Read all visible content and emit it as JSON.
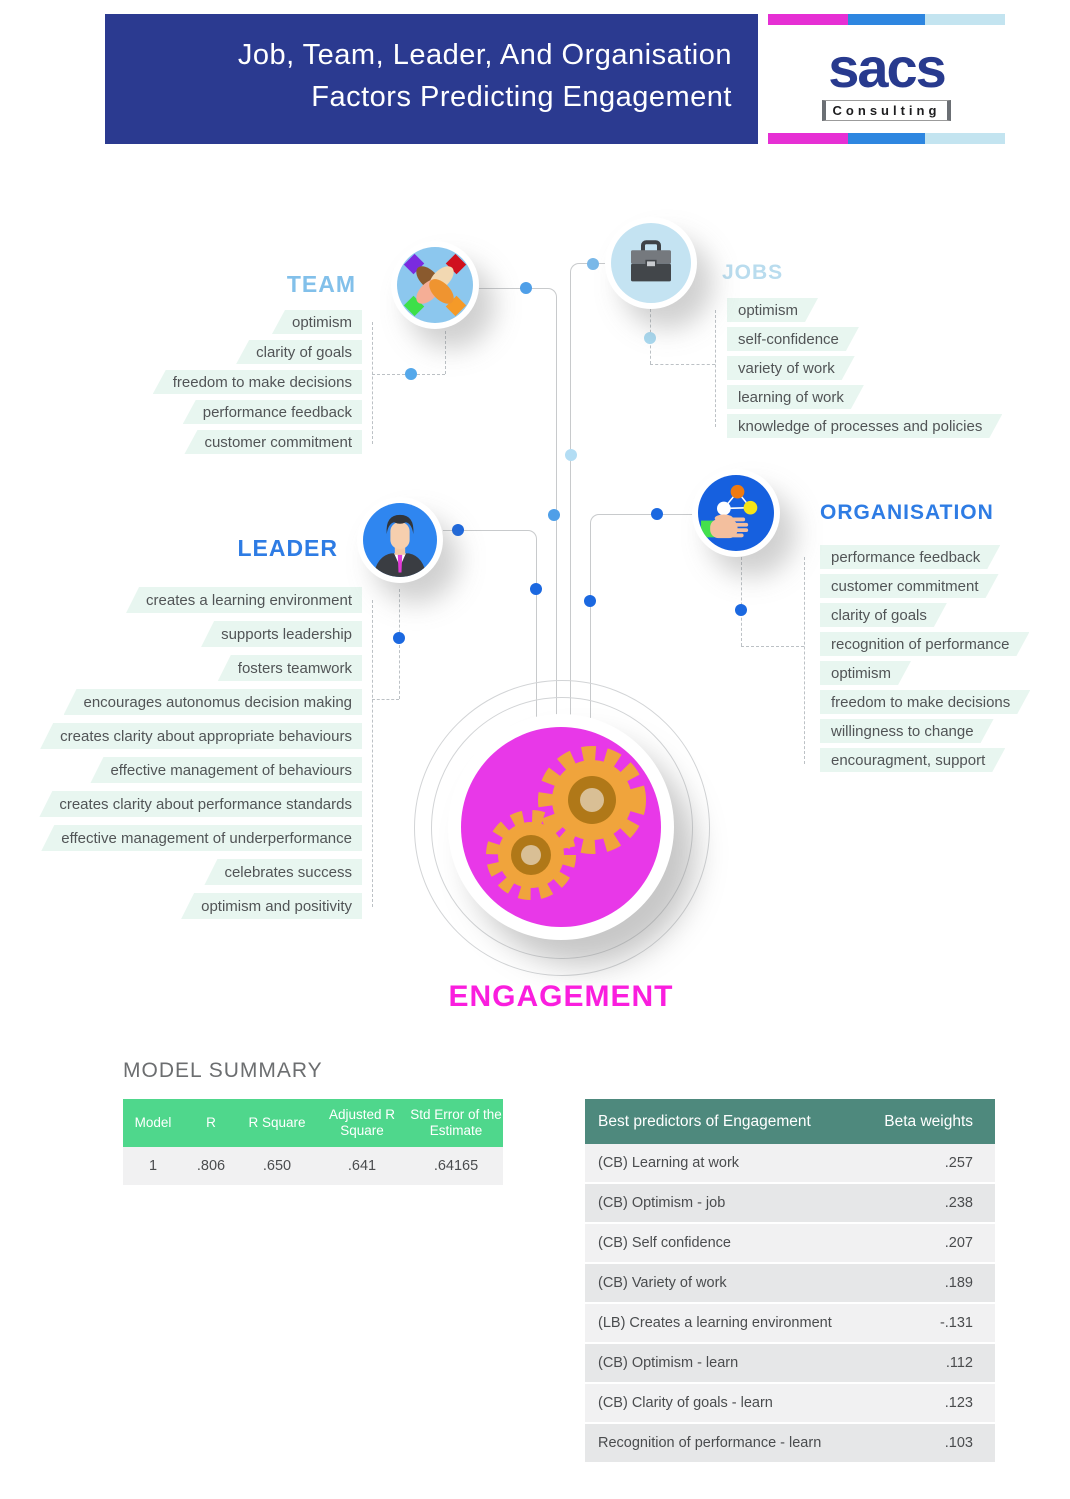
{
  "header": {
    "title_line1": "Job, Team, Leader, And Organisation",
    "title_line2": "Factors Predicting Engagement",
    "logo_text": "sacs",
    "logo_subtext": "Consulting"
  },
  "sections": {
    "team": {
      "label": "TEAM",
      "items": [
        "optimism",
        "clarity of goals",
        "freedom to make decisions",
        "performance feedback",
        "customer commitment"
      ]
    },
    "jobs": {
      "label": "JOBS",
      "items": [
        "optimism",
        "self-confidence",
        "variety of work",
        "learning of work",
        "knowledge of processes and policies"
      ]
    },
    "leader": {
      "label": "LEADER",
      "items": [
        "creates a learning environment",
        "supports leadership",
        "fosters teamwork",
        "encourages autonomus decision making",
        "creates clarity about appropriate behaviours",
        "effective management of behaviours",
        "creates clarity about performance standards",
        "effective management of underperformance",
        "celebrates success",
        "optimism and positivity"
      ]
    },
    "organisation": {
      "label": "ORGANISATION",
      "items": [
        "performance feedback",
        "customer commitment",
        "clarity of goals",
        "recognition of performance",
        "optimism",
        "freedom to make decisions",
        "willingness to change",
        "encouragment, support"
      ]
    }
  },
  "engagement": {
    "label": "ENGAGEMENT"
  },
  "model_summary": {
    "title": "MODEL SUMMARY",
    "columns": [
      "Model",
      "R",
      "R Square",
      "Adjusted R Square",
      "Std Error of the Estimate"
    ],
    "row": [
      "1",
      ".806",
      ".650",
      ".641",
      ".64165"
    ]
  },
  "predictors_table": {
    "header": {
      "label_col": "Best predictors of Engagement",
      "value_col": "Beta weights"
    },
    "rows": [
      {
        "label": "(CB) Learning at work",
        "beta": ".257"
      },
      {
        "label": "(CB) Optimism - job",
        "beta": ".238"
      },
      {
        "label": "(CB) Self confidence",
        "beta": ".207"
      },
      {
        "label": "(CB) Variety of work",
        "beta": ".189"
      },
      {
        "label": "(LB) Creates a learning environment",
        "beta": "-.131"
      },
      {
        "label": "(CB) Optimism - learn",
        "beta": ".112"
      },
      {
        "label": "(CB) Clarity of goals - learn",
        "beta": ".123"
      },
      {
        "label": "Recognition of performance - learn",
        "beta": ".103"
      }
    ]
  },
  "colors": {
    "header_bg": "#2b3a90",
    "stripe_magenta": "#e62fd4",
    "stripe_blue": "#2e86e0",
    "stripe_light_blue": "#c3e4f0",
    "factor_box_bg": "#e8f6f0",
    "team_heading": "#82c0ea",
    "jobs_heading": "#b9dcee",
    "leader_heading": "#2e7ce4",
    "organisation_heading": "#2e7ce4",
    "engagement_circle": "#e838e8",
    "engagement_text": "#fa1ede",
    "gear_orange": "#f0a43c",
    "model_summary_header_bg": "#4fd78c",
    "predictors_header_bg": "#4e897d"
  }
}
